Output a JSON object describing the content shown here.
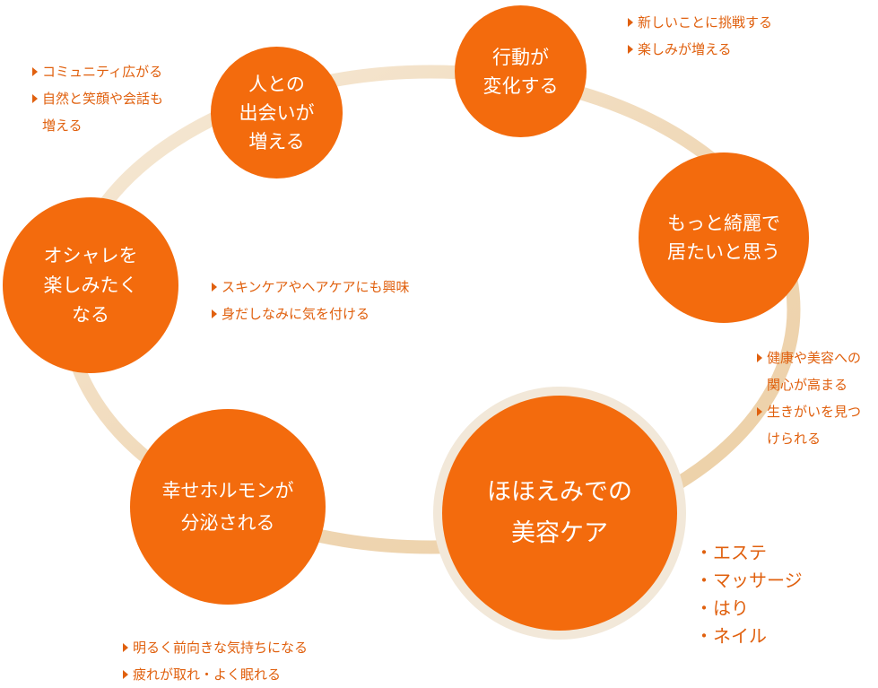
{
  "colors": {
    "node": "#f36b0d",
    "ring": "#f1ddc0",
    "text": "#e0600e",
    "node_text": "#ffffff"
  },
  "nodes": {
    "meet": "人との\n出会いが\n増える",
    "action": "行動が\n変化する",
    "beautiful": "もっと綺麗で\n居たいと思う",
    "fashion": "オシャレを\n楽しみたく\nなる",
    "hormone": "幸せホルモンが\n分泌される",
    "center": "ほほえみでの\n美容ケア"
  },
  "notes": {
    "meet": [
      "コミュニティ広がる",
      "自然と笑顔や会話も\n増える"
    ],
    "action": [
      "新しいことに挑戦する",
      "楽しみが増える"
    ],
    "beautiful": [
      "健康や美容への\n関心が高まる",
      "生きがいを見つ\nけられる"
    ],
    "fashion": [
      "スキンケアやヘアケアにも興味",
      "身だしなみに気を付ける"
    ],
    "hormone": [
      "明るく前向きな気持ちになる",
      "疲れが取れ・よく眠れる"
    ]
  },
  "care_items": [
    "エステ",
    "マッサージ",
    "はり",
    "ネイル"
  ]
}
